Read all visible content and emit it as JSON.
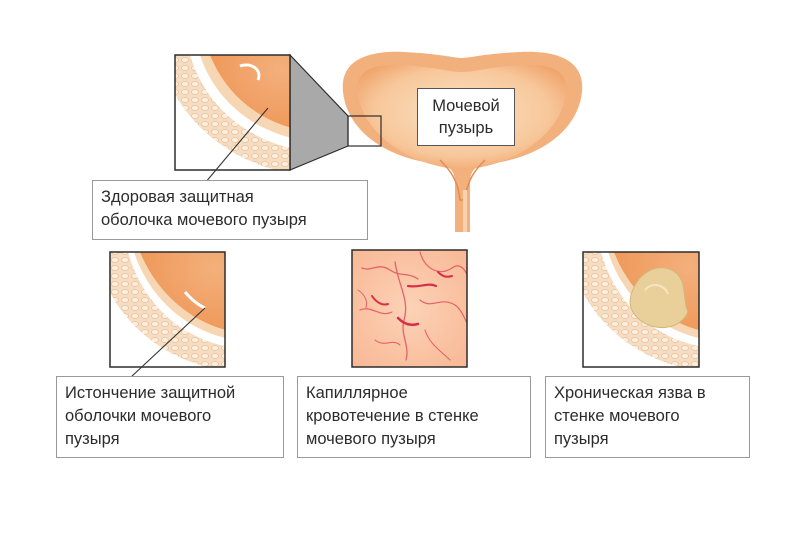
{
  "bladder_label": {
    "line1": "Мочевой",
    "line2": "пузырь"
  },
  "captions": {
    "healthy": {
      "line1": "Здоровая защитная",
      "line2": "оболочка мочевого пузыря"
    },
    "thinning": {
      "line1": "Истончение защитной",
      "line2": "оболочки мочевого",
      "line3": "пузыря"
    },
    "capillary": {
      "line1": "Капиллярное",
      "line2": "кровотечение в стенке",
      "line3": "мочевого пузыря"
    },
    "ulcer": {
      "line1": "Хроническая язва в",
      "line2": "стенке мочевого",
      "line3": "пузыря"
    }
  },
  "colors": {
    "bladder_outer": "#f2b07c",
    "bladder_inner": "#f7c79a",
    "tissue_orange": "#ef9a5c",
    "layer_cream": "#f8e4cc",
    "membrane_white": "#ffffff",
    "capillary_red": "#d8304a",
    "ulcer_beige": "#e9d09a",
    "frame": "#2d2d2d"
  }
}
